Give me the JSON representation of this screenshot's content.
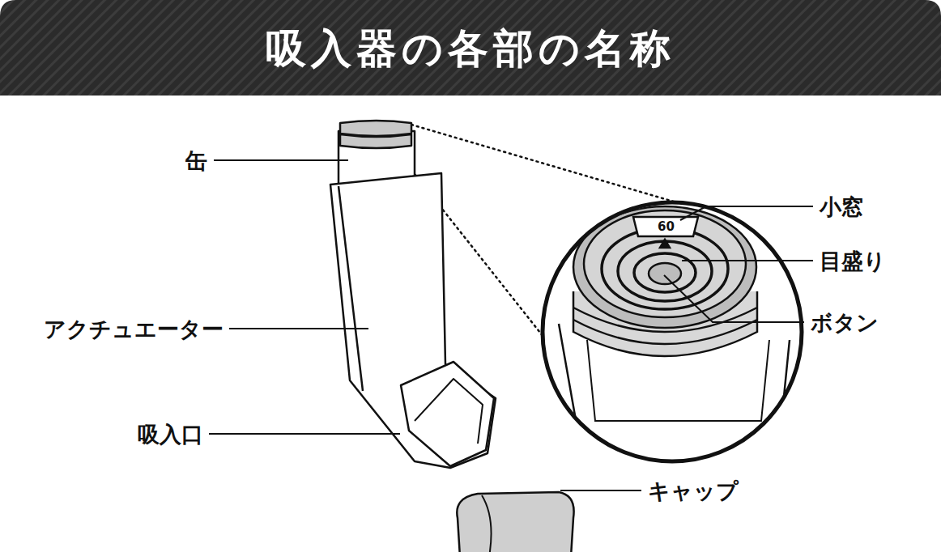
{
  "diagram": {
    "title": "吸入器の各部の名称",
    "labels": [
      "缶",
      "アクチュエーター",
      "吸入口",
      "小窓",
      "目盛り",
      "ボタン",
      "キャップ",
      "60"
    ]
  }
}
